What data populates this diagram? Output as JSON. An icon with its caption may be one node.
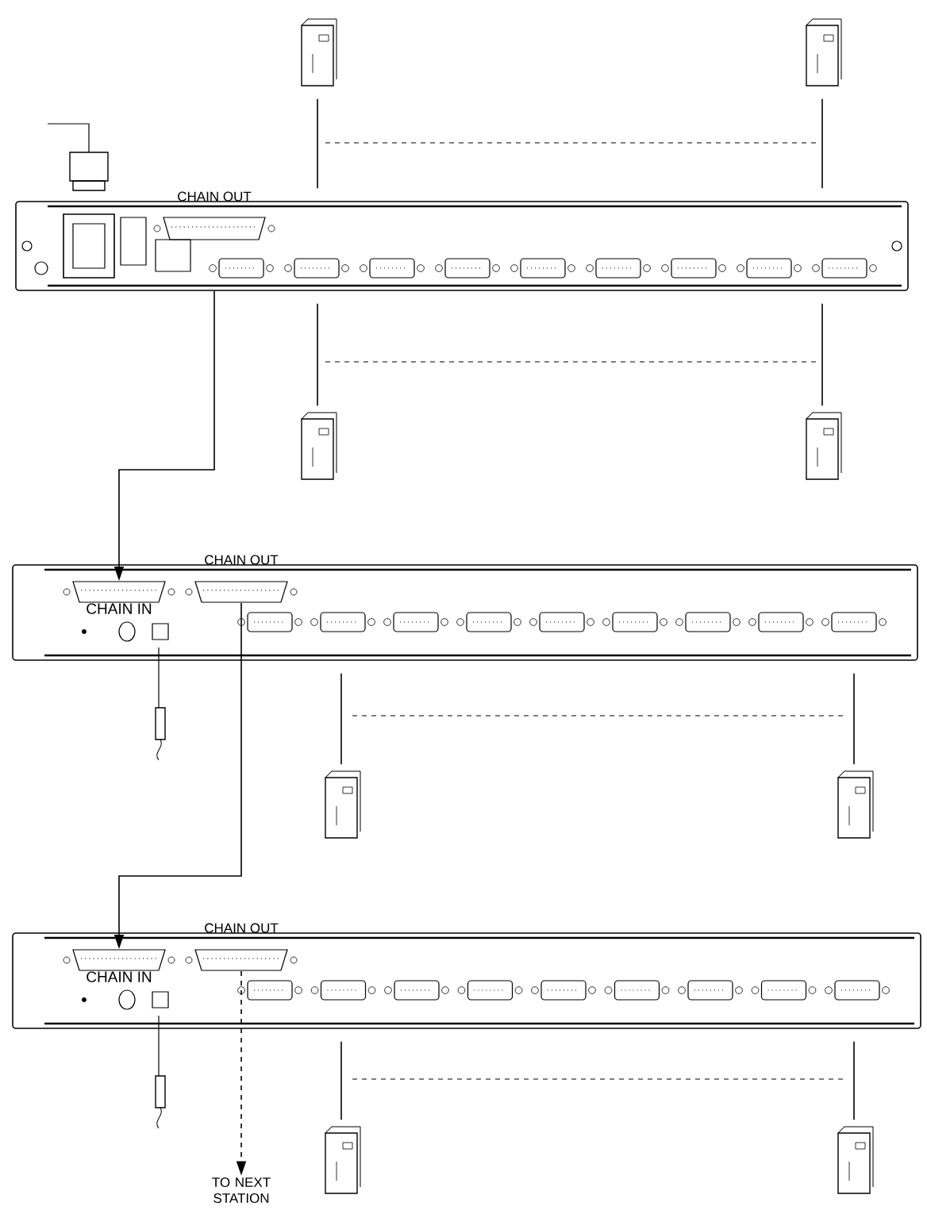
{
  "diagram": {
    "nodes": [
      {
        "text": [],
        "shape": "computer"
      },
      {
        "text": [],
        "shape": "computer"
      },
      {
        "text": [
          "CHAIN OUT"
        ]
      },
      {
        "text": [],
        "shape": "computer"
      },
      {
        "text": [],
        "shape": "computer"
      },
      {
        "text": [
          "CHAIN OUT",
          "CHAIN IN"
        ]
      },
      {
        "text": [],
        "shape": "computer"
      },
      {
        "text": [],
        "shape": "computer"
      },
      {
        "text": [
          "CHAIN OUT",
          "CHAIN IN"
        ]
      },
      {
        "text": [],
        "shape": "computer"
      },
      {
        "text": [],
        "shape": "computer"
      },
      {
        "text": [
          "TO NEXT STATION"
        ]
      }
    ],
    "edges": [
      {
        "from": 0,
        "to": 2,
        "arrow": "none"
      },
      {
        "from": 1,
        "to": 2,
        "arrow": "none"
      },
      {
        "from": 3,
        "to": 2,
        "arrow": "none"
      },
      {
        "from": 4,
        "to": 2,
        "arrow": "none"
      },
      {
        "from": 2,
        "to": 5,
        "arrow": "to"
      },
      {
        "from": 6,
        "to": 5,
        "arrow": "none"
      },
      {
        "from": 7,
        "to": 5,
        "arrow": "none"
      },
      {
        "from": 5,
        "to": 8,
        "arrow": "to"
      },
      {
        "from": 9,
        "to": 8,
        "arrow": "none"
      },
      {
        "from": 10,
        "to": 8,
        "arrow": "none"
      },
      {
        "from": 8,
        "to": 11,
        "arrow": "to",
        "style": "dashed"
      }
    ]
  }
}
